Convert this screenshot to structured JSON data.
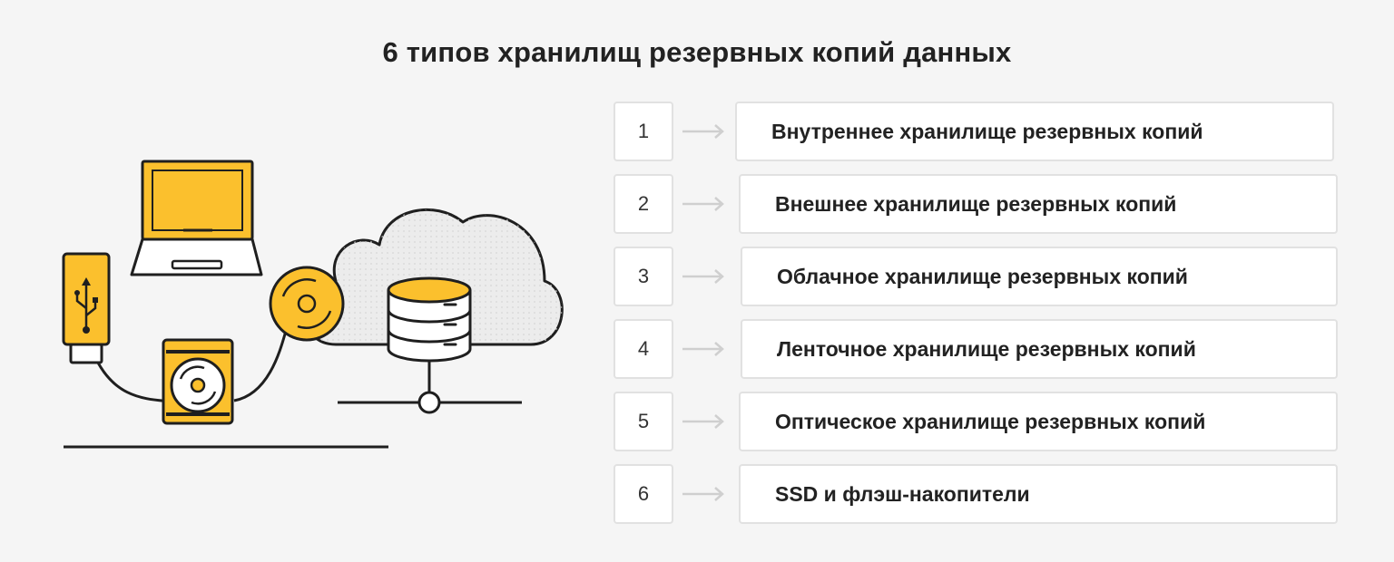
{
  "title": "6 типов хранилищ резервных копий данных",
  "colors": {
    "accent": "#fbc02d",
    "line": "#1f1f1f",
    "box_border": "#e1e1e1",
    "arrow": "#cfcfcf"
  },
  "illustration_icons": [
    "usb-flash-icon",
    "laptop-icon",
    "optical-disc-icon",
    "hard-drive-icon",
    "cloud-icon",
    "database-icon",
    "network-node-icon"
  ],
  "items": [
    {
      "number": "1",
      "label": "Внутреннее хранилище резервных копий"
    },
    {
      "number": "2",
      "label": "Внешнее хранилище резервных копий"
    },
    {
      "number": "3",
      "label": "Облачное хранилище резервных копий"
    },
    {
      "number": "4",
      "label": "Ленточное хранилище резервных копий"
    },
    {
      "number": "5",
      "label": "Оптическое хранилище резервных копий"
    },
    {
      "number": "6",
      "label": "SSD и флэш-накопители"
    }
  ]
}
